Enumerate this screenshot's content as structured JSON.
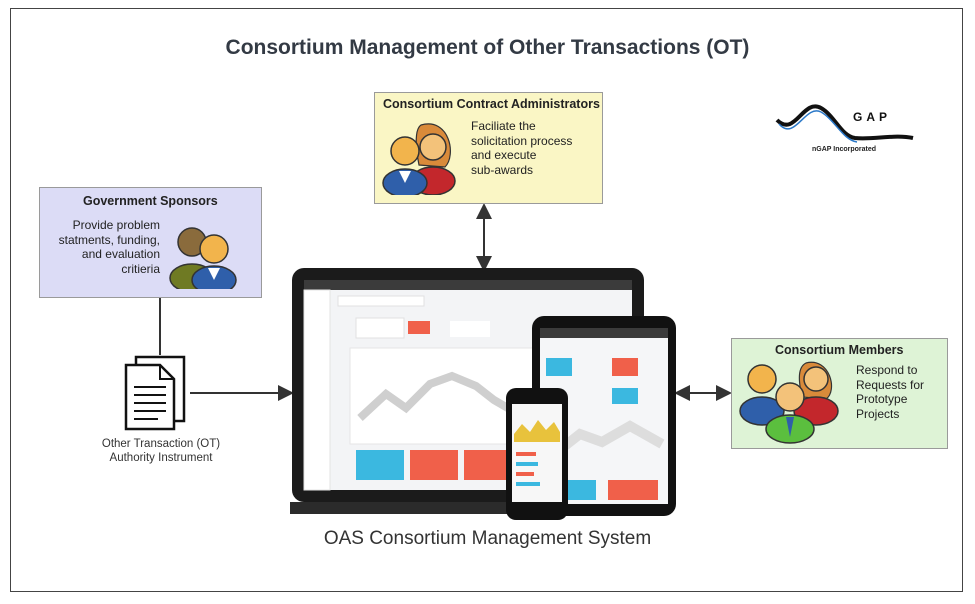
{
  "diagram": {
    "title": "Consortium Management of Other Transactions (OT)",
    "caption": "OAS Consortium Management System",
    "government_sponsors": {
      "title": "Government Sponsors",
      "lines": [
        "Provide problem",
        "statments, funding,",
        "and evaluation",
        "critieria"
      ]
    },
    "contract_admins": {
      "title": "Consortium Contract Administrators",
      "lines": [
        "Faciliate the",
        "solicitation process",
        "and execute",
        "sub-awards"
      ]
    },
    "members": {
      "title": "Consortium Members",
      "lines": [
        "Respond to",
        "Requests for",
        "Prototype",
        "Projects"
      ]
    },
    "document": {
      "lines": [
        "Other Transaction (OT)",
        "Authority Instrument"
      ]
    },
    "logo": {
      "name": "GAP",
      "subtitle": "nGAP Incorporated"
    }
  },
  "colors": {
    "gov_box": "#dcdcf6",
    "admin_box": "#faf6c5",
    "members_box": "#def3d6",
    "tile_blue": "#3bb8e0",
    "tile_red": "#f0604a"
  },
  "icons": [
    "people-icon",
    "document-icon",
    "laptop-icon",
    "tablet-icon",
    "phone-icon",
    "ngap-logo"
  ]
}
